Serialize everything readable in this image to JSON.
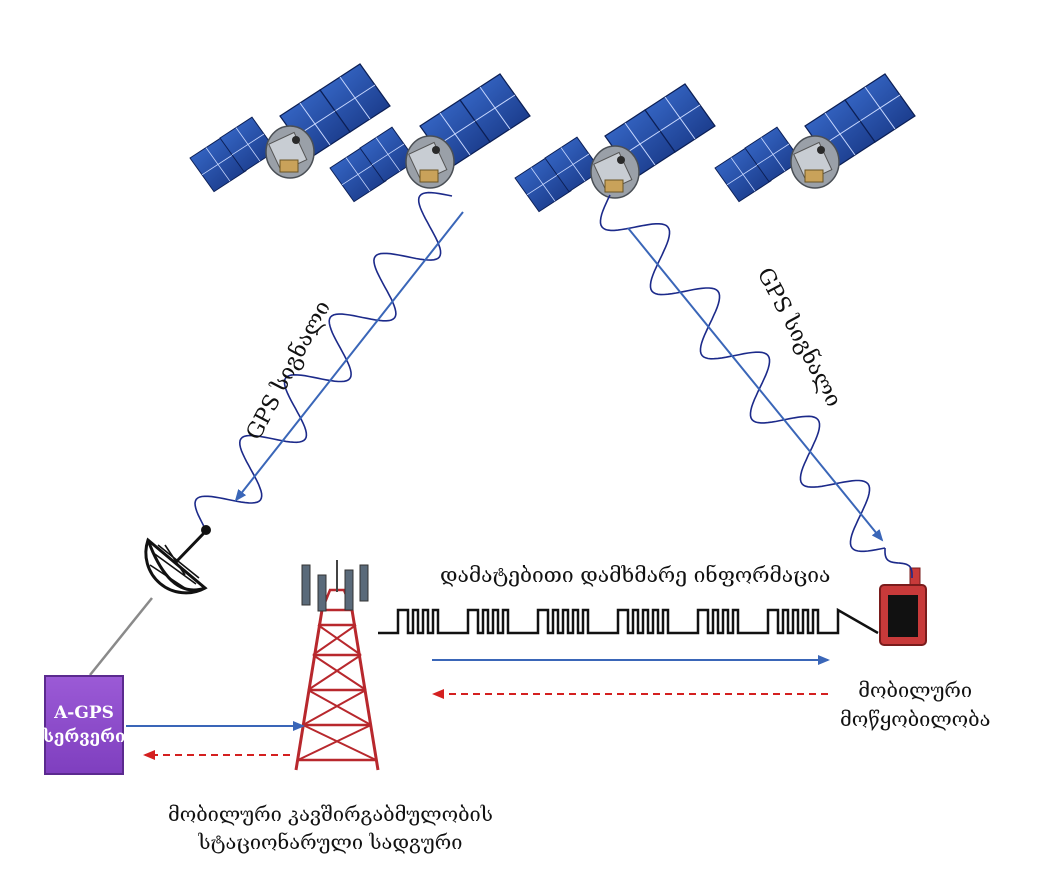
{
  "labels": {
    "gps_signal_left": "GPS სიგნალი",
    "gps_signal_right": "GPS სიგნალი",
    "assist_info": "დამატებითი დამხმარე ინფორმაცია",
    "device_line1": "მობილური",
    "device_line2": "მოწყობილობა",
    "station_line1": "მობილური კავშირგაბმულობის",
    "station_line2": "სტაციონარული სადგური",
    "server_line1": "A-GPS",
    "server_line2": "სერვერი"
  },
  "colors": {
    "signal_arrow": "#3a66b8",
    "return_arrow": "#d42020",
    "tower": "#b8282d",
    "server": "#8a4bcc",
    "device": "#c83a3a",
    "wave": "#1c2a8a"
  },
  "icons": [
    "satellite-icon",
    "dish-antenna-icon",
    "cell-tower-icon",
    "mobile-device-icon"
  ]
}
